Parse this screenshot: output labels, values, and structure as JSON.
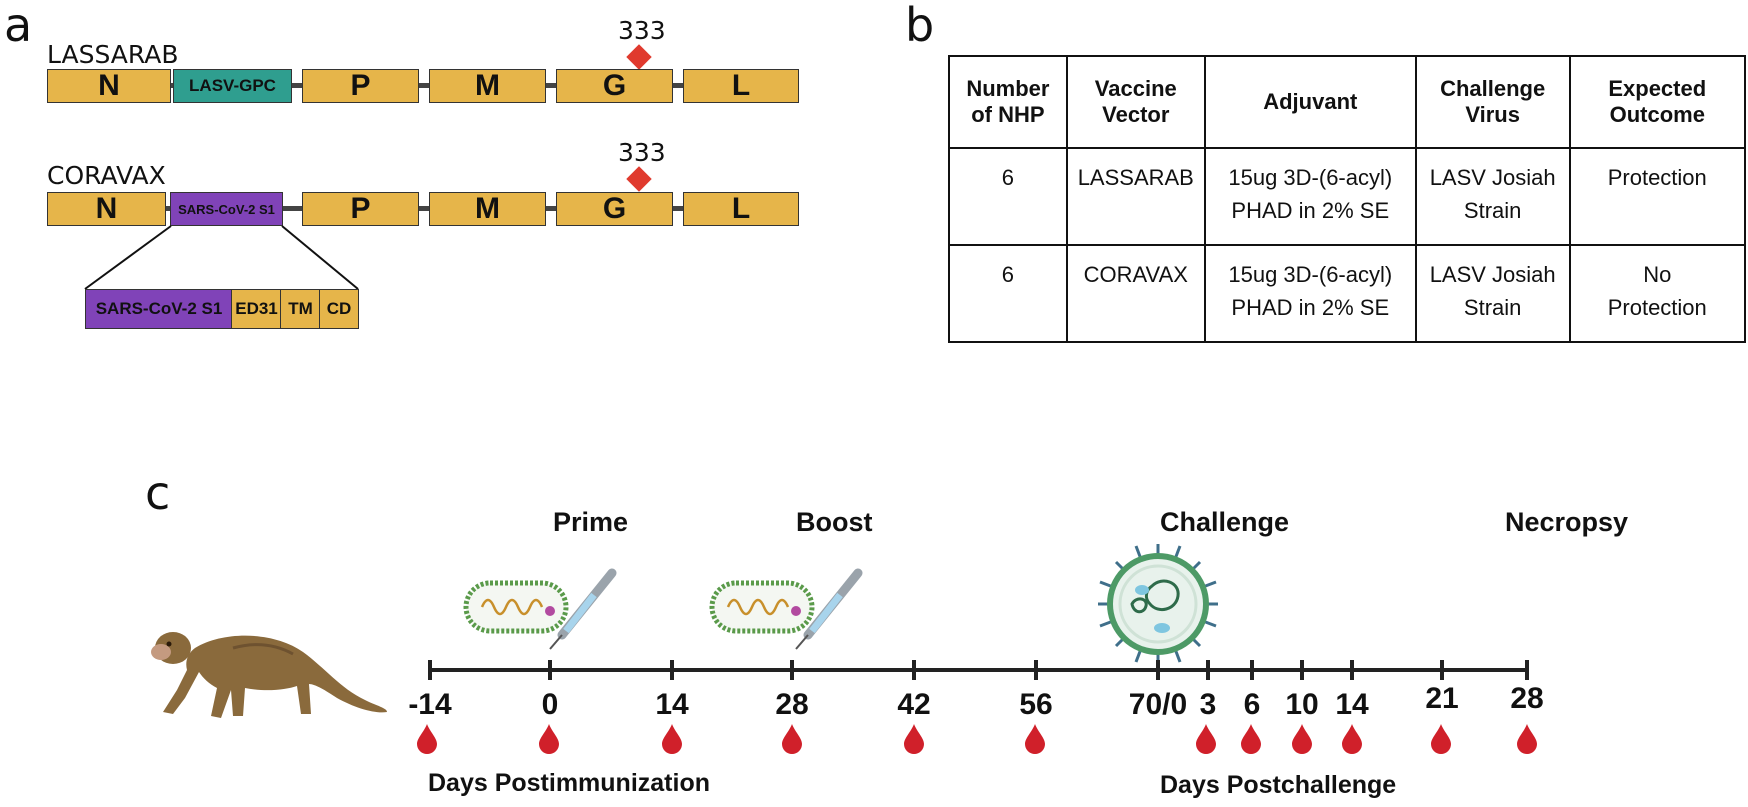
{
  "panel_a": {
    "letter": "a",
    "lassarab": {
      "name": "LASSARAB",
      "site": "333",
      "genes": [
        {
          "label": "N",
          "color": "#e6b54a"
        },
        {
          "label": "LASV-GPC",
          "color": "#2f9e8f"
        },
        {
          "label": "P",
          "color": "#e6b54a"
        },
        {
          "label": "M",
          "color": "#e6b54a"
        },
        {
          "label": "G",
          "color": "#e6b54a"
        },
        {
          "label": "L",
          "color": "#e6b54a"
        }
      ]
    },
    "coravax": {
      "name": "CORAVAX",
      "site": "333",
      "genes": [
        {
          "label": "N",
          "color": "#e6b54a"
        },
        {
          "label": "SARS-CoV-2 S1",
          "color": "#8043b8"
        },
        {
          "label": "P",
          "color": "#e6b54a"
        },
        {
          "label": "M",
          "color": "#e6b54a"
        },
        {
          "label": "G",
          "color": "#e6b54a"
        },
        {
          "label": "L",
          "color": "#e6b54a"
        }
      ],
      "insert": [
        {
          "label": "SARS-CoV-2 S1",
          "color": "#8043b8"
        },
        {
          "label": "ED31",
          "color": "#e6b54a"
        },
        {
          "label": "TM",
          "color": "#e6b54a"
        },
        {
          "label": "CD",
          "color": "#e6b54a"
        }
      ]
    }
  },
  "panel_b": {
    "letter": "b",
    "headers": [
      [
        "Number",
        "of NHP"
      ],
      [
        "Vaccine",
        "Vector"
      ],
      [
        "Adjuvant"
      ],
      [
        "Challenge",
        "Virus"
      ],
      [
        "Expected",
        "Outcome"
      ]
    ],
    "rows": [
      [
        [
          "6"
        ],
        [
          "LASSARAB"
        ],
        [
          "15ug 3D-(6-acyl)",
          "PHAD in 2% SE"
        ],
        [
          "LASV Josiah",
          "Strain"
        ],
        [
          "Protection"
        ]
      ],
      [
        [
          "6"
        ],
        [
          "CORAVAX"
        ],
        [
          "15ug 3D-(6-acyl)",
          "PHAD in 2% SE"
        ],
        [
          "LASV Josiah",
          "Strain"
        ],
        [
          "No",
          "Protection"
        ]
      ]
    ]
  },
  "panel_c": {
    "letter": "c",
    "phases": [
      "Prime",
      "Boost",
      "Challenge",
      "Necropsy"
    ],
    "ticks": [
      "-14",
      "0",
      "14",
      "28",
      "42",
      "56",
      "70/0",
      "3",
      "6",
      "10",
      "14",
      "21",
      "28"
    ],
    "axis_postimmunization": "Days Postimmunization",
    "axis_postchallenge": "Days Postchallenge",
    "blood_draw_color": "#d0202a",
    "icons": [
      "monkey-icon",
      "vaccine-vector-icon",
      "syringe-icon",
      "virus-icon",
      "blood-drop-icon"
    ]
  }
}
